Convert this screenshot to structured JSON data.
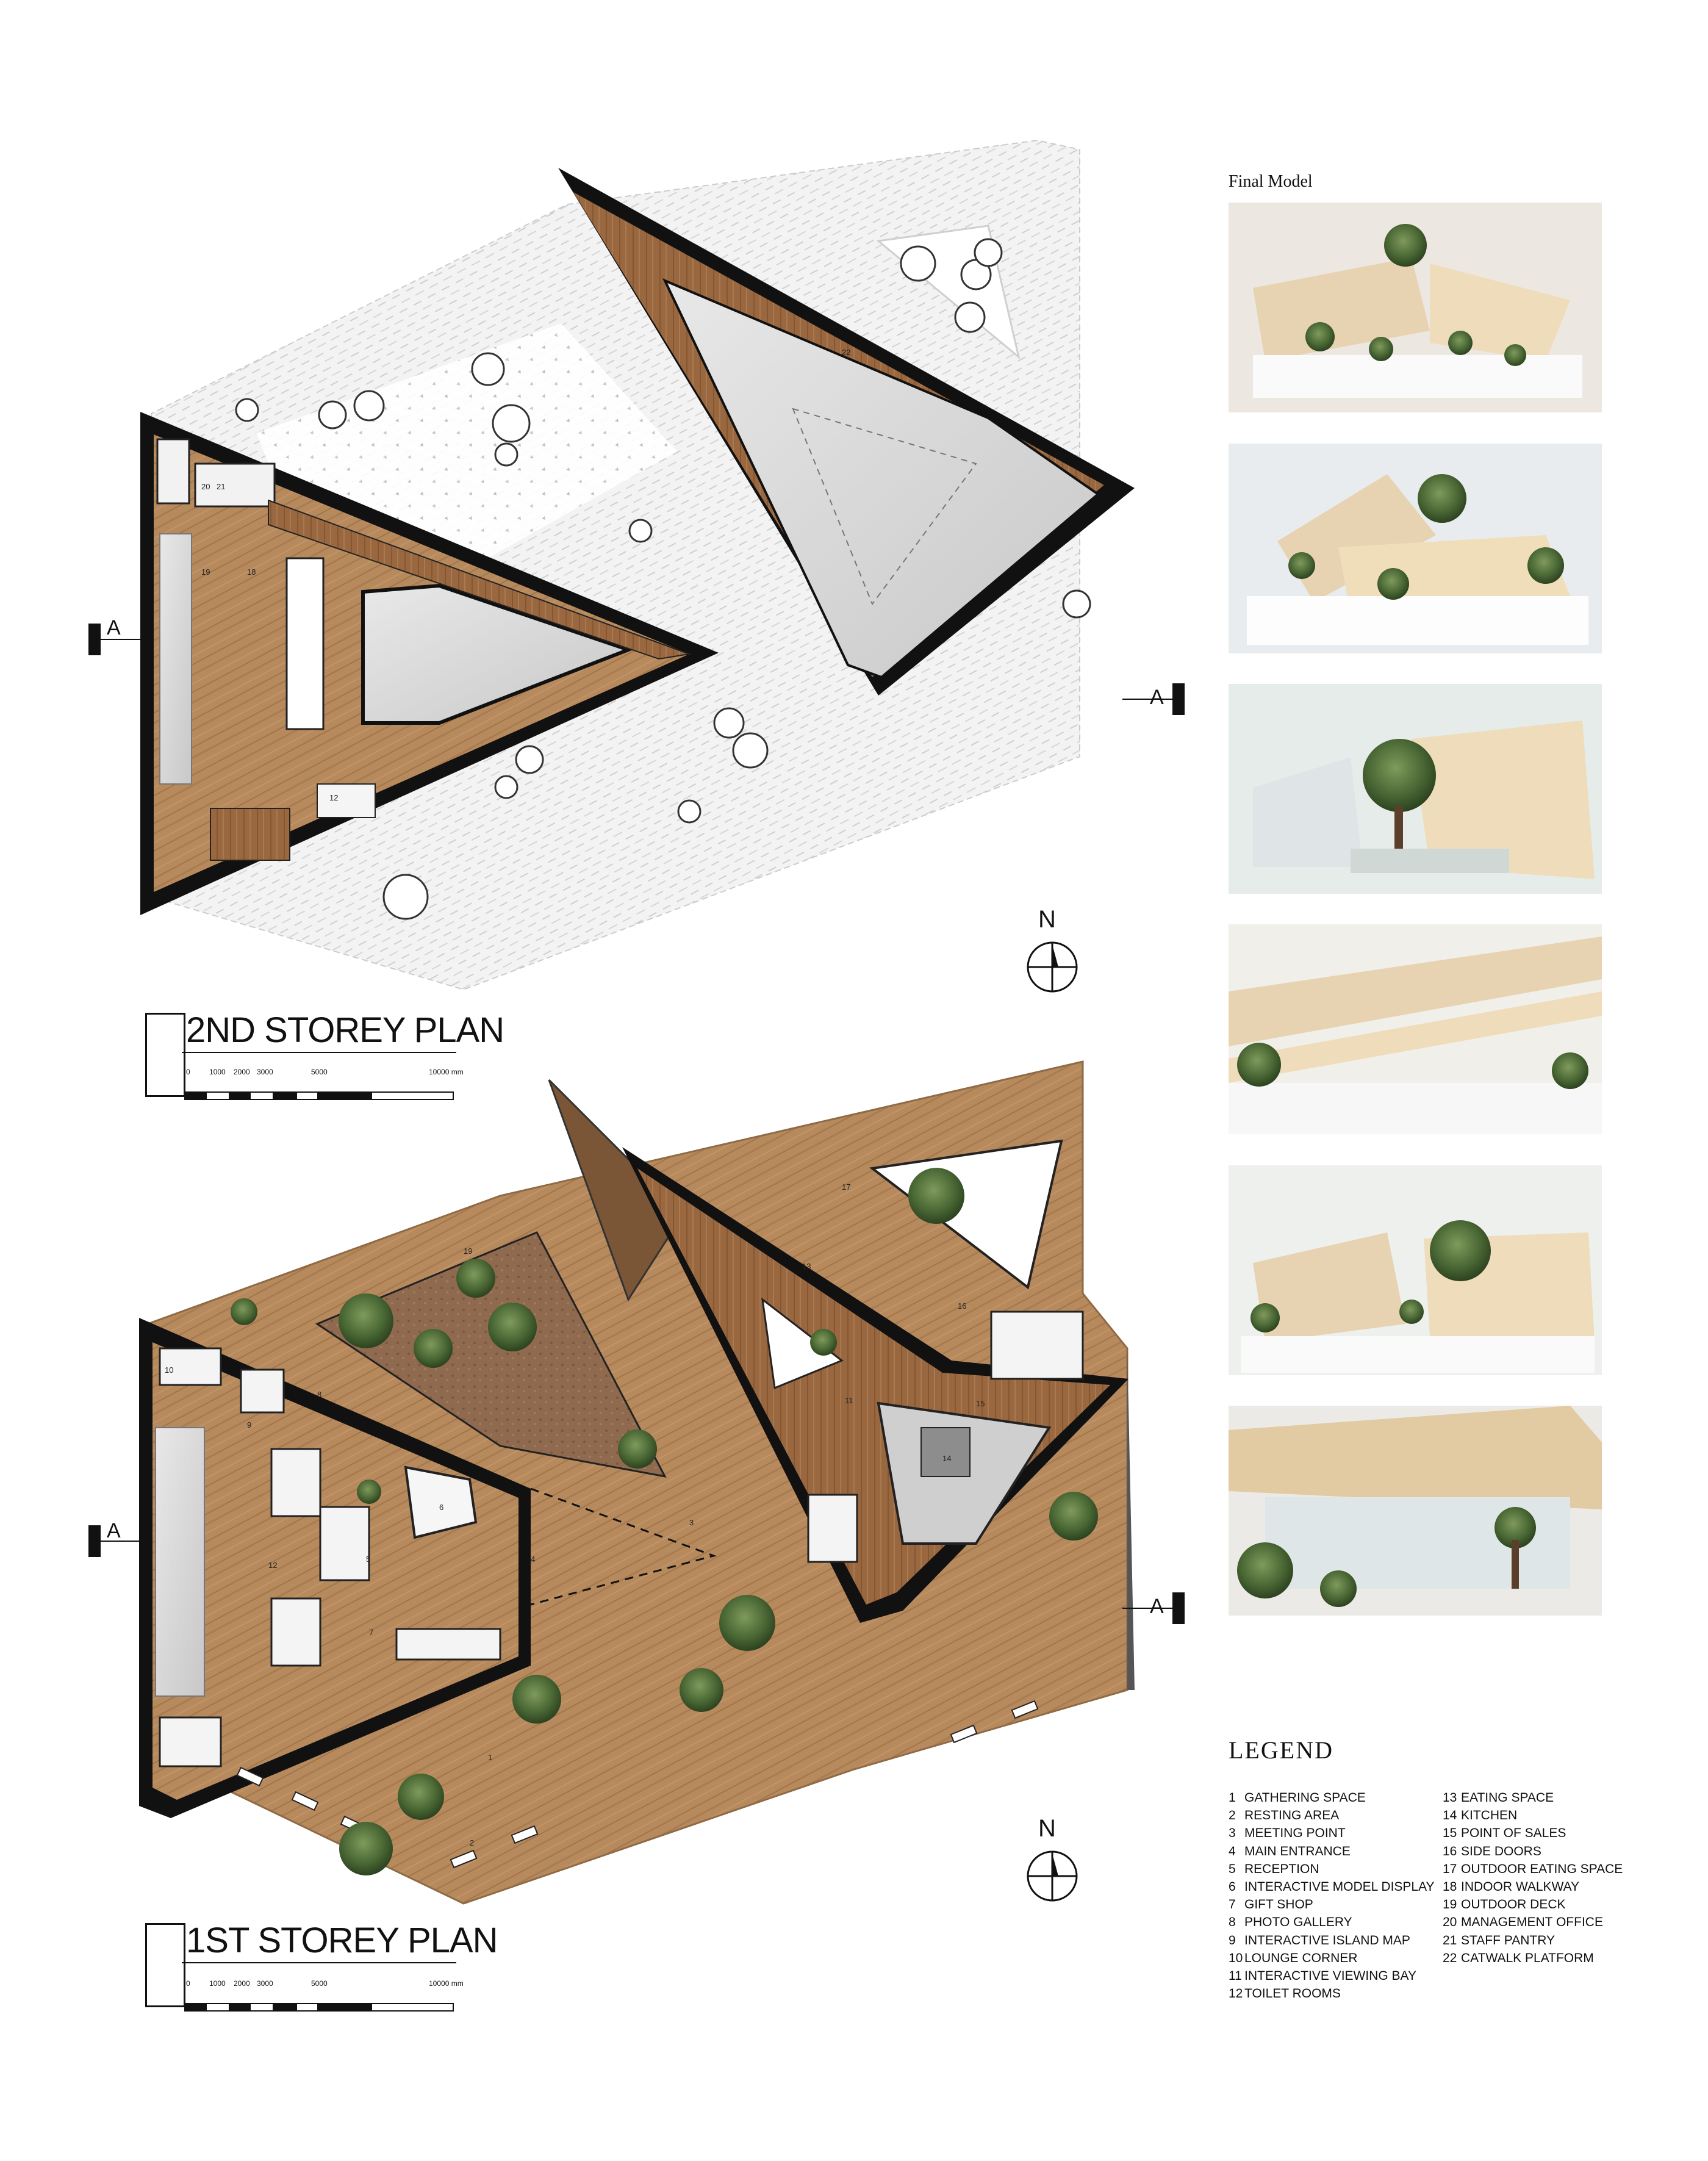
{
  "plans": {
    "second": {
      "title": "2ND STOREY PLAN",
      "scale_ticks": [
        "0",
        "1000",
        "2000",
        "3000",
        "5000",
        "10000 mm"
      ],
      "section_mark": "A",
      "north": "N"
    },
    "first": {
      "title": "1ST STOREY PLAN",
      "scale_ticks": [
        "0",
        "1000",
        "2000",
        "3000",
        "5000",
        "10000 mm"
      ],
      "section_mark": "A",
      "north": "N"
    }
  },
  "plan_room_numbers": {
    "second": [
      "20",
      "21",
      "19",
      "18",
      "22",
      "12"
    ],
    "first": [
      "1",
      "2",
      "3",
      "4",
      "5",
      "6",
      "7",
      "8",
      "9",
      "10",
      "11",
      "12",
      "13",
      "14",
      "15",
      "16",
      "17",
      "19"
    ]
  },
  "model": {
    "title": "Final Model",
    "photos": [
      "model-photo-1",
      "model-photo-2",
      "model-photo-3",
      "model-photo-4",
      "model-photo-5",
      "model-photo-6"
    ]
  },
  "legend": {
    "title": "LEGEND",
    "items": [
      {
        "num": "1",
        "label": "GATHERING SPACE"
      },
      {
        "num": "2",
        "label": "RESTING AREA"
      },
      {
        "num": "3",
        "label": "MEETING POINT"
      },
      {
        "num": "4",
        "label": "MAIN ENTRANCE"
      },
      {
        "num": "5",
        "label": "RECEPTION"
      },
      {
        "num": "6",
        "label": "INTERACTIVE MODEL DISPLAY"
      },
      {
        "num": "7",
        "label": "GIFT SHOP"
      },
      {
        "num": "8",
        "label": "PHOTO GALLERY"
      },
      {
        "num": "9",
        "label": "INTERACTIVE ISLAND MAP"
      },
      {
        "num": "10",
        "label": "LOUNGE CORNER"
      },
      {
        "num": "11",
        "label": "INTERACTIVE VIEWING BAY"
      },
      {
        "num": "12",
        "label": "TOILET ROOMS"
      },
      {
        "num": "13",
        "label": "EATING SPACE"
      },
      {
        "num": "14",
        "label": "KITCHEN"
      },
      {
        "num": "15",
        "label": "POINT OF SALES"
      },
      {
        "num": "16",
        "label": "SIDE DOORS"
      },
      {
        "num": "17",
        "label": "OUTDOOR EATING SPACE"
      },
      {
        "num": "18",
        "label": "INDOOR WALKWAY"
      },
      {
        "num": "19",
        "label": "OUTDOOR DECK"
      },
      {
        "num": "20",
        "label": "MANAGEMENT OFFICE"
      },
      {
        "num": "21",
        "label": "STAFF PANTRY"
      },
      {
        "num": "22",
        "label": "CATWALK PLATFORM"
      }
    ]
  },
  "colors": {
    "wood": "#b08358",
    "wood_dark": "#6e4527",
    "wood_light": "#c9a27a",
    "glass": "#d9d9d9",
    "tree": "#4d6b36",
    "ink": "#111111"
  }
}
